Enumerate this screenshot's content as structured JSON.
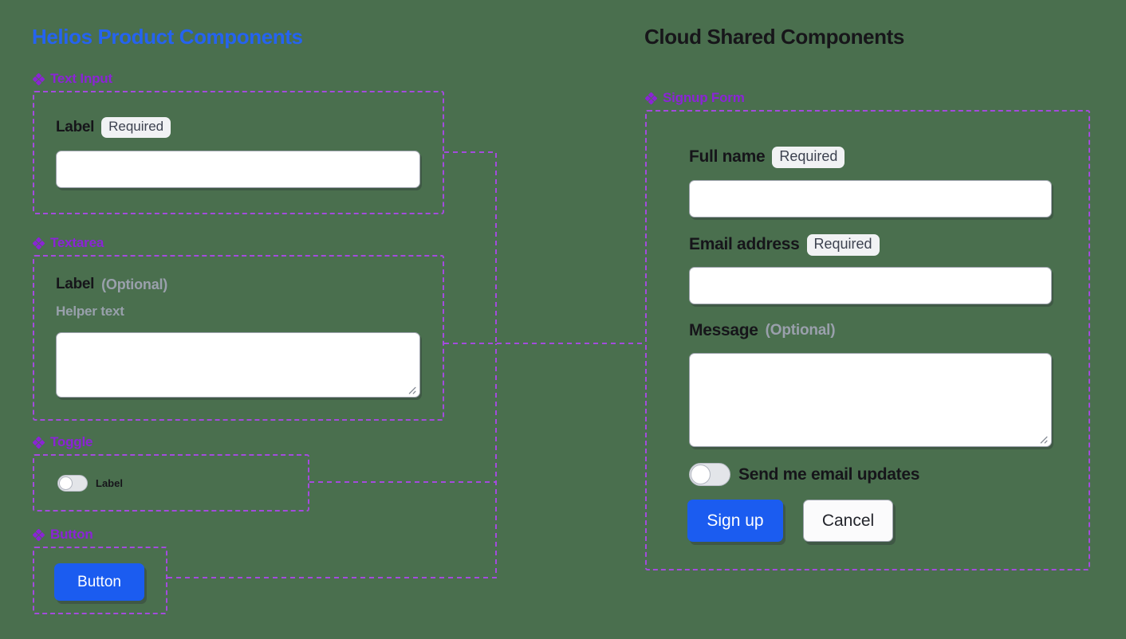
{
  "columns": {
    "left_title": "Helios Product Components",
    "right_title": "Cloud Shared Components"
  },
  "colors": {
    "canvas_bg": "#4a6f4e",
    "left_title": "#2563f0",
    "right_title": "#17161a",
    "group_label": "#8b24d6",
    "panel_border": "#a44bdd",
    "connector": "#a44bdd",
    "primary_button": "#1b5cf0",
    "badge_bg": "#f1f2f4",
    "muted_text": "#9aa0ac"
  },
  "groups": {
    "text_input": {
      "label": "Text Input",
      "icon": "diamond-cluster-icon",
      "field": {
        "label": "Label",
        "badge": "Required",
        "value": "",
        "placeholder": ""
      }
    },
    "textarea": {
      "label": "Textarea",
      "icon": "diamond-cluster-icon",
      "field": {
        "label": "Label",
        "optional": "(Optional)",
        "helper": "Helper text",
        "value": "",
        "placeholder": ""
      }
    },
    "toggle": {
      "label": "Toggle",
      "icon": "diamond-cluster-icon",
      "field": {
        "label": "Label",
        "state": "off"
      }
    },
    "button": {
      "label": "Button",
      "icon": "diamond-cluster-icon",
      "field": {
        "label": "Button"
      }
    }
  },
  "signup_form": {
    "label": "Signup Form",
    "icon": "diamond-cluster-icon",
    "fields": {
      "full_name": {
        "label": "Full name",
        "badge": "Required",
        "value": "",
        "placeholder": ""
      },
      "email": {
        "label": "Email address",
        "badge": "Required",
        "value": "",
        "placeholder": ""
      },
      "message": {
        "label": "Message",
        "optional": "(Optional)",
        "value": "",
        "placeholder": ""
      }
    },
    "toggle": {
      "label": "Send me email updates",
      "state": "off"
    },
    "actions": {
      "primary": "Sign up",
      "secondary": "Cancel"
    }
  }
}
